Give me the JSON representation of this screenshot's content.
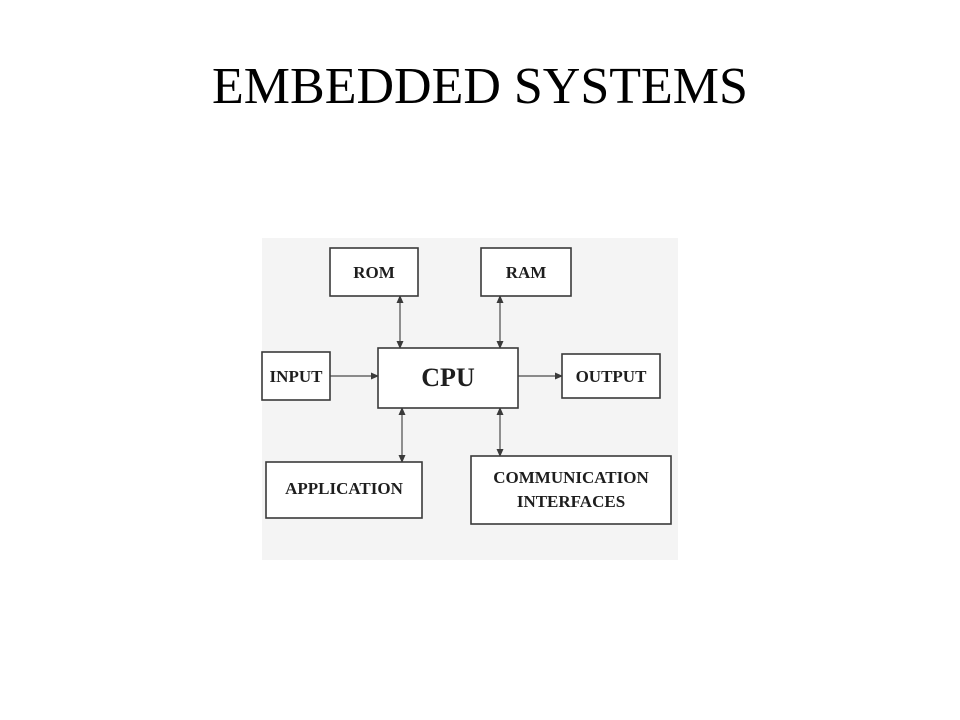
{
  "slide": {
    "title": "EMBEDDED SYSTEMS"
  },
  "diagram": {
    "nodes": {
      "rom": "ROM",
      "ram": "RAM",
      "input": "INPUT",
      "cpu": "CPU",
      "output": "OUTPUT",
      "application": "APPLICATION",
      "comm_line1": "COMMUNICATION",
      "comm_line2": "INTERFACES"
    },
    "edges": [
      {
        "from": "ROM",
        "to": "CPU",
        "direction": "bidirectional"
      },
      {
        "from": "RAM",
        "to": "CPU",
        "direction": "bidirectional"
      },
      {
        "from": "INPUT",
        "to": "CPU",
        "direction": "forward"
      },
      {
        "from": "CPU",
        "to": "OUTPUT",
        "direction": "forward"
      },
      {
        "from": "CPU",
        "to": "APPLICATION",
        "direction": "bidirectional"
      },
      {
        "from": "CPU",
        "to": "COMMUNICATION INTERFACES",
        "direction": "bidirectional"
      }
    ]
  }
}
